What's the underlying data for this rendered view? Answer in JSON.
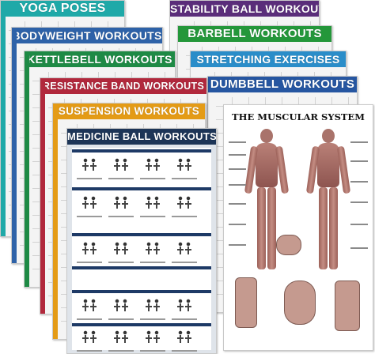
{
  "posters": {
    "yoga": {
      "title": "YOGA POSES",
      "color": "#1fa9a8"
    },
    "stability": {
      "title": "STABILITY BALL WORKOUTS",
      "color": "#5a2d7a"
    },
    "bodyweight": {
      "title": "BODYWEIGHT WORKOUTS",
      "color": "#2e62a8"
    },
    "barbell": {
      "title": "BARBELL WORKOUTS",
      "color": "#24973a"
    },
    "kettlebell": {
      "title": "KETTLEBELL WORKOUTS",
      "color": "#1e8a45"
    },
    "stretching": {
      "title": "STRETCHING EXERCISES",
      "color": "#2a8dc9"
    },
    "resistance": {
      "title": "RESISTANCE BAND WORKOUTS",
      "color": "#b1283c"
    },
    "dumbbell": {
      "title": "DUMBBELL WORKOUTS",
      "color": "#2656a1"
    },
    "suspension": {
      "title": "SUSPENSION WORKOUTS",
      "color": "#e49b16"
    },
    "medicine": {
      "title": "MEDICINE BALL WORKOUTS",
      "color": "#1d3557"
    },
    "muscular": {
      "title": "THE MUSCULAR SYSTEM",
      "color": "#ffffff"
    }
  }
}
